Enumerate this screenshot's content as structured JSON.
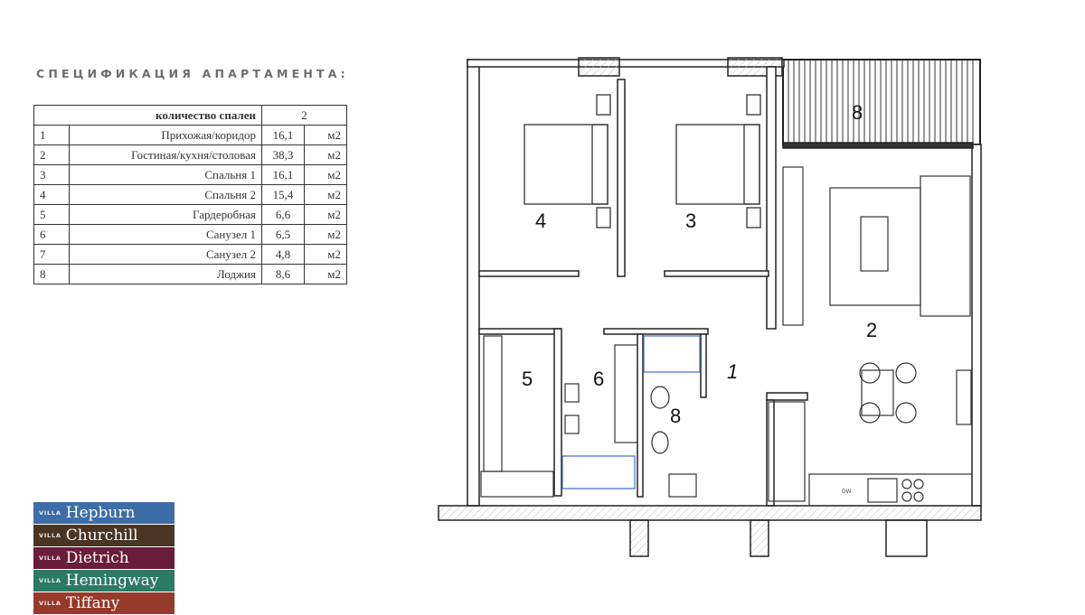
{
  "spec": {
    "title": "СПЕЦИФИКАЦИЯ АПАРТАМЕНТА:",
    "header": {
      "label": "количество спален",
      "value": "2"
    },
    "rows": [
      {
        "num": "1",
        "label": "Прихожая/коридор",
        "value": "16,1",
        "unit": "м2"
      },
      {
        "num": "2",
        "label": "Гостиная/кухня/столовая",
        "value": "38,3",
        "unit": "м2"
      },
      {
        "num": "3",
        "label": "Спальня 1",
        "value": "16,1",
        "unit": "м2"
      },
      {
        "num": "4",
        "label": "Спальня 2",
        "value": "15,4",
        "unit": "м2"
      },
      {
        "num": "5",
        "label": "Гардеробная",
        "value": "6,6",
        "unit": "м2"
      },
      {
        "num": "6",
        "label": "Санузел 1",
        "value": "6,5",
        "unit": "м2"
      },
      {
        "num": "7",
        "label": "Санузел 2",
        "value": "4,8",
        "unit": "м2"
      },
      {
        "num": "8",
        "label": "Лоджия",
        "value": "8,6",
        "unit": "м2"
      }
    ]
  },
  "villas": [
    {
      "prefix": "VILLA",
      "name": "Hepburn",
      "color": "#3d6da6"
    },
    {
      "prefix": "VILLA",
      "name": "Churchill",
      "color": "#4a3525"
    },
    {
      "prefix": "VILLA",
      "name": "Dietrich",
      "color": "#6a1d3b"
    },
    {
      "prefix": "VILLA",
      "name": "Hemingway",
      "color": "#2c7a66"
    },
    {
      "prefix": "VILLA",
      "name": "Tiffany",
      "color": "#983a29"
    }
  ],
  "plan": {
    "rooms": {
      "loggia": "8",
      "bedroom2": "4",
      "bedroom1": "3",
      "living": "2",
      "wardrobe": "5",
      "bath1": "6",
      "hall": "1",
      "bath2": "8"
    },
    "dishwasher": "DW"
  }
}
